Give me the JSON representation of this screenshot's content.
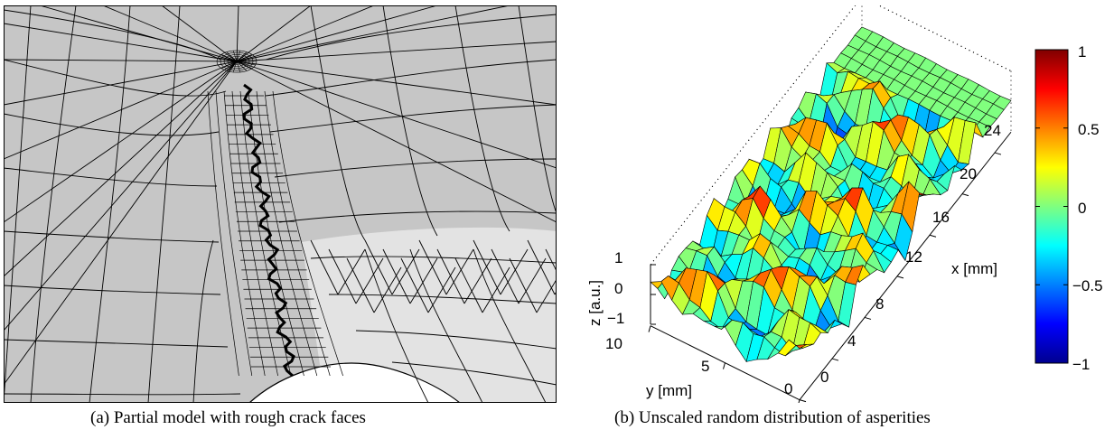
{
  "captions": {
    "a": "(a) Partial model with rough crack faces",
    "b": "(b) Unscaled random distribution of asperities"
  },
  "plot_b": {
    "xlabel": "x [mm]",
    "ylabel": "y [mm]",
    "zlabel": "z [a.u.]",
    "x_ticks": [
      "0",
      "4",
      "8",
      "12",
      "16",
      "20",
      "24"
    ],
    "y_ticks": [
      "10",
      "5",
      "0"
    ],
    "z_ticks": [
      "1",
      "0",
      "−1"
    ],
    "colorbar_ticks": [
      "1",
      "0.5",
      "0",
      "−0.5",
      "−1"
    ],
    "colormap": "jet"
  },
  "chart_data": {
    "type": "surface",
    "xlabel": "x [mm]",
    "ylabel": "y [mm]",
    "zlabel": "z [a.u.]",
    "xlim": [
      0,
      26
    ],
    "ylim": [
      0,
      10
    ],
    "zlim": [
      -1,
      1
    ],
    "colorbar_range": [
      -1,
      1
    ],
    "colors": {
      "mesh_line": "#000000",
      "gray_region": "#c6c6c6",
      "light_region": "#e6e6e6"
    }
  }
}
